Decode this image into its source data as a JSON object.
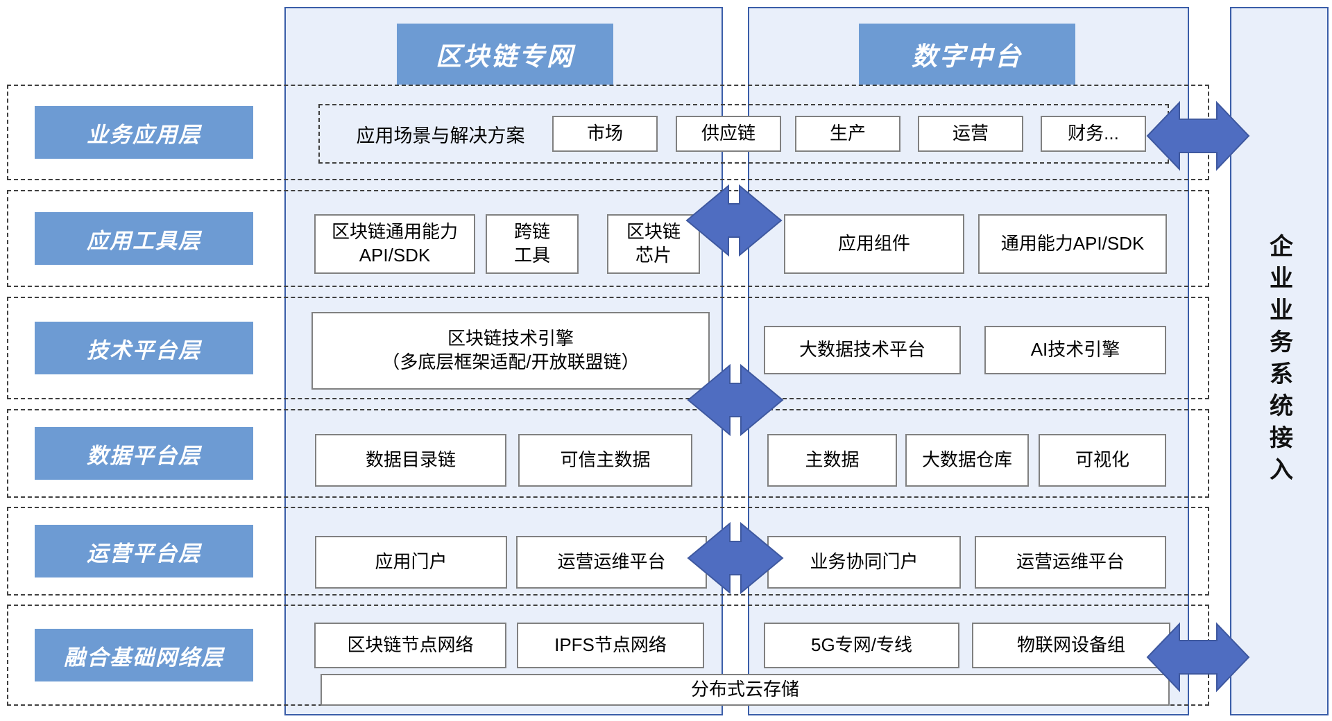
{
  "columns": {
    "left_header": "区块链专网",
    "right_header": "数字中台"
  },
  "enterprise_bar": {
    "label": "企业业务系统接入"
  },
  "layers": {
    "business": {
      "label": "业务应用层",
      "caption": "应用场景与解决方案",
      "scenarios": [
        "市场",
        "供应链",
        "生产",
        "运营",
        "财务..."
      ]
    },
    "tools": {
      "label": "应用工具层",
      "left": [
        "区块链通用能力\nAPI/SDK",
        "跨链\n工具",
        "区块链\n芯片"
      ],
      "right": [
        "应用组件",
        "通用能力API/SDK"
      ]
    },
    "tech": {
      "label": "技术平台层",
      "left": [
        "区块链技术引擎\n（多底层框架适配/开放联盟链）"
      ],
      "right": [
        "大数据技术平台",
        "AI技术引擎"
      ]
    },
    "data": {
      "label": "数据平台层",
      "left": [
        "数据目录链",
        "可信主数据"
      ],
      "right": [
        "主数据",
        "大数据仓库",
        "可视化"
      ]
    },
    "ops": {
      "label": "运营平台层",
      "left": [
        "应用门户",
        "运营运维平台"
      ],
      "right": [
        "业务协同门户",
        "运营运维平台"
      ]
    },
    "network": {
      "label": "融合基础网络层",
      "left": [
        "区块链节点网络",
        "IPFS节点网络"
      ],
      "right": [
        "5G专网/专线",
        "物联网设备组"
      ],
      "shared": "分布式云存储"
    }
  },
  "colors": {
    "chip_blue": "#6d9bd3",
    "panel_bg": "#e9effa",
    "panel_border": "#3a5da8",
    "arrow_fill": "#4f6dc1",
    "arrow_stroke": "#3e589f",
    "box_border": "#808080",
    "dash": "#3f3f3f"
  }
}
